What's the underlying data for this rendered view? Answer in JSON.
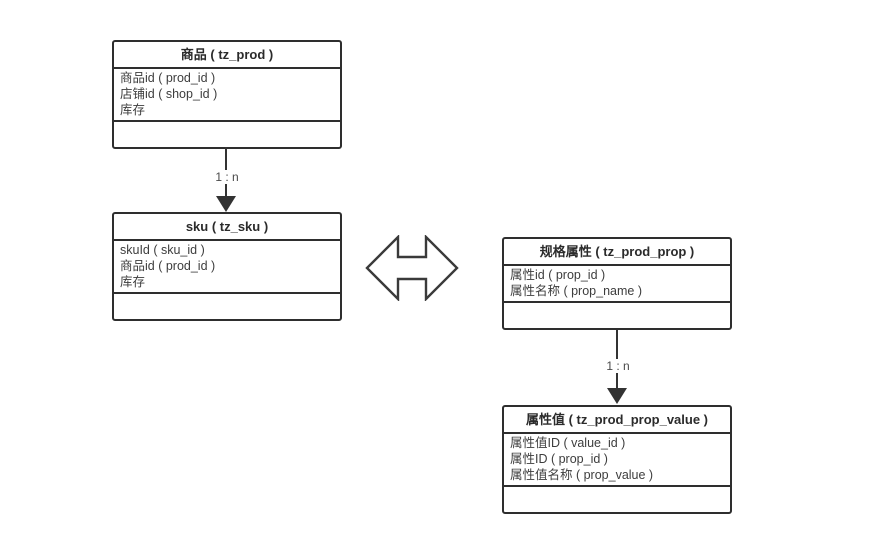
{
  "diagram": {
    "title": "product-sku-property-er-diagram",
    "background": "#ffffff",
    "colors": {
      "entity_border": "#2e2e2e",
      "entity_text": "#3d3d3d",
      "header_text": "#2b2b2b",
      "connector": "#333333",
      "label_text": "#4a4a4a"
    }
  },
  "entities": [
    {
      "id": "tz_prod",
      "title": "商品 ( tz_prod )",
      "fields": [
        "商品id ( prod_id )",
        "店铺id ( shop_id )",
        "库存"
      ]
    },
    {
      "id": "tz_sku",
      "title": "sku ( tz_sku )",
      "fields": [
        "skuId ( sku_id )",
        "商品id ( prod_id )",
        "库存"
      ]
    },
    {
      "id": "tz_prod_prop",
      "title": "规格属性 ( tz_prod_prop )",
      "fields": [
        "属性id ( prop_id )",
        "属性名称 ( prop_name )"
      ]
    },
    {
      "id": "tz_prod_prop_value",
      "title": "属性值 ( tz_prod_prop_value )",
      "fields": [
        "属性值ID ( value_id )",
        "属性ID ( prop_id )",
        "属性值名称 ( prop_value )"
      ]
    }
  ],
  "relationships": [
    {
      "from": "tz_prod",
      "to": "tz_sku",
      "label": "1 : n",
      "type": "one-to-many-arrow"
    },
    {
      "from": "tz_prod_prop",
      "to": "tz_prod_prop_value",
      "label": "1 : n",
      "type": "one-to-many-arrow"
    },
    {
      "from": "tz_sku",
      "to": "tz_prod_prop",
      "label": "",
      "type": "bidirectional-arrow"
    }
  ]
}
